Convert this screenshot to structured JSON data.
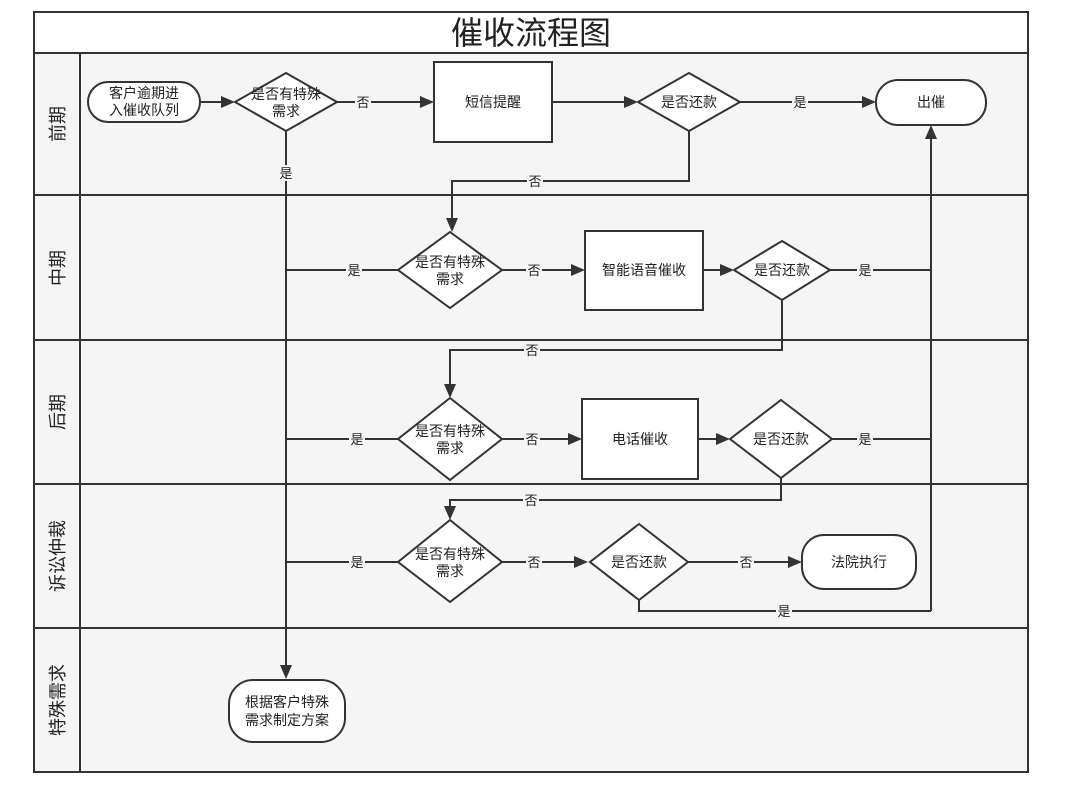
{
  "title": "催收流程图",
  "lanes": [
    "前期",
    "中期",
    "后期",
    "诉讼仲裁",
    "特殊需求"
  ],
  "nodes": {
    "start": [
      "客户逾期进",
      "入催收队列"
    ],
    "special_1": [
      "是否有特殊",
      "需求"
    ],
    "sms": [
      "短信提醒"
    ],
    "repaid_1": [
      "是否还款"
    ],
    "done": [
      "出催"
    ],
    "special_2": [
      "是否有特殊",
      "需求"
    ],
    "voice": [
      "智能语音催收"
    ],
    "repaid_2": [
      "是否还款"
    ],
    "special_3": [
      "是否有特殊",
      "需求"
    ],
    "phone": [
      "电话催收"
    ],
    "repaid_3": [
      "是否还款"
    ],
    "special_4": [
      "是否有特殊",
      "需求"
    ],
    "repaid_4": [
      "是否还款"
    ],
    "court": [
      "法院执行"
    ],
    "custom": [
      "根据客户特殊",
      "需求制定方案"
    ]
  },
  "edge_labels": {
    "yes": "是",
    "no": "否"
  }
}
